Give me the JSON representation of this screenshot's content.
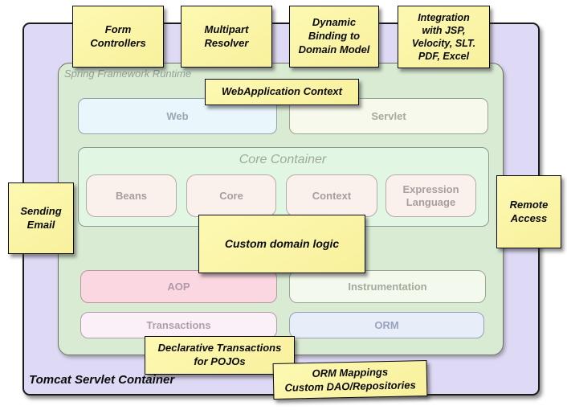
{
  "containers": {
    "tomcat_label": "Tomcat Servlet Container",
    "spring_label": "Spring Framework Runtime",
    "core_label": "Core Container"
  },
  "modules": {
    "web": "Web",
    "servlet": "Servlet",
    "beans": "Beans",
    "core": "Core",
    "context": "Context",
    "expression": "Expression\nLanguage",
    "aop": "AOP",
    "instrumentation": "Instrumentation",
    "transactions": "Transactions",
    "orm": "ORM"
  },
  "notes": {
    "form_controllers": "Form\nControllers",
    "multipart_resolver": "Multipart\nResolver",
    "dynamic_binding": "Dynamic\nBinding to\nDomain Model",
    "integration": "Integration\nwith JSP,\nVelocity, SLT.\nPDF, Excel",
    "webapplication_context": "WebApplication Context",
    "sending_email": "Sending\nEmail",
    "remote_access": "Remote\nAccess",
    "custom_domain_logic": "Custom domain logic",
    "declarative_transactions": "Declarative Transactions\nfor POJOs",
    "orm_mappings": "ORM Mappings\nCustom DAO/Repositories"
  },
  "colors": {
    "note_fill": "#faf4a2",
    "tomcat_fill": "#ded9f4",
    "spring_fill": "#d9ebd3",
    "core_fill": "#e2f6e4",
    "web_fill": "#e9f7fc",
    "servlet_fill": "#f6f9ec",
    "core_child_fill": "#fbf1ec",
    "aop_fill": "#fbd7e1",
    "instrumentation_fill": "#f4f9ee",
    "transactions_fill": "#fcf0f8",
    "orm_fill": "#e7edf9"
  }
}
